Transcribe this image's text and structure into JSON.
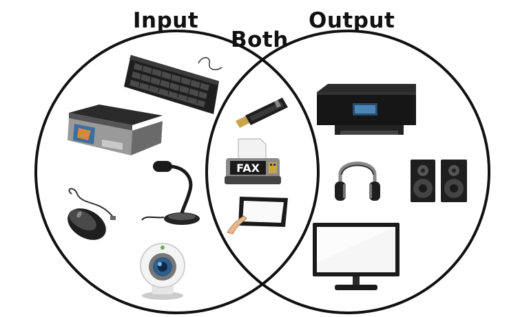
{
  "labels": {
    "input": "Input",
    "both": "Both",
    "output": "Output"
  },
  "fax_label": "FAX",
  "colors": {
    "outline": "#111111",
    "device_dark": "#1c1c1c",
    "device_mid": "#4a4a4a",
    "device_light": "#d9d9d9",
    "screen": "#f2f2f2",
    "accent_green": "#6aa84f",
    "accent_gold": "#c8a44a"
  },
  "regions": {
    "input": [
      "keyboard-icon",
      "scanner-icon",
      "microphone-icon",
      "mouse-icon",
      "webcam-icon"
    ],
    "both": [
      "usb-drive-icon",
      "fax-machine-icon",
      "touchscreen-tablet-icon"
    ],
    "output": [
      "printer-icon",
      "headphones-icon",
      "speakers-icon",
      "monitor-icon"
    ]
  }
}
